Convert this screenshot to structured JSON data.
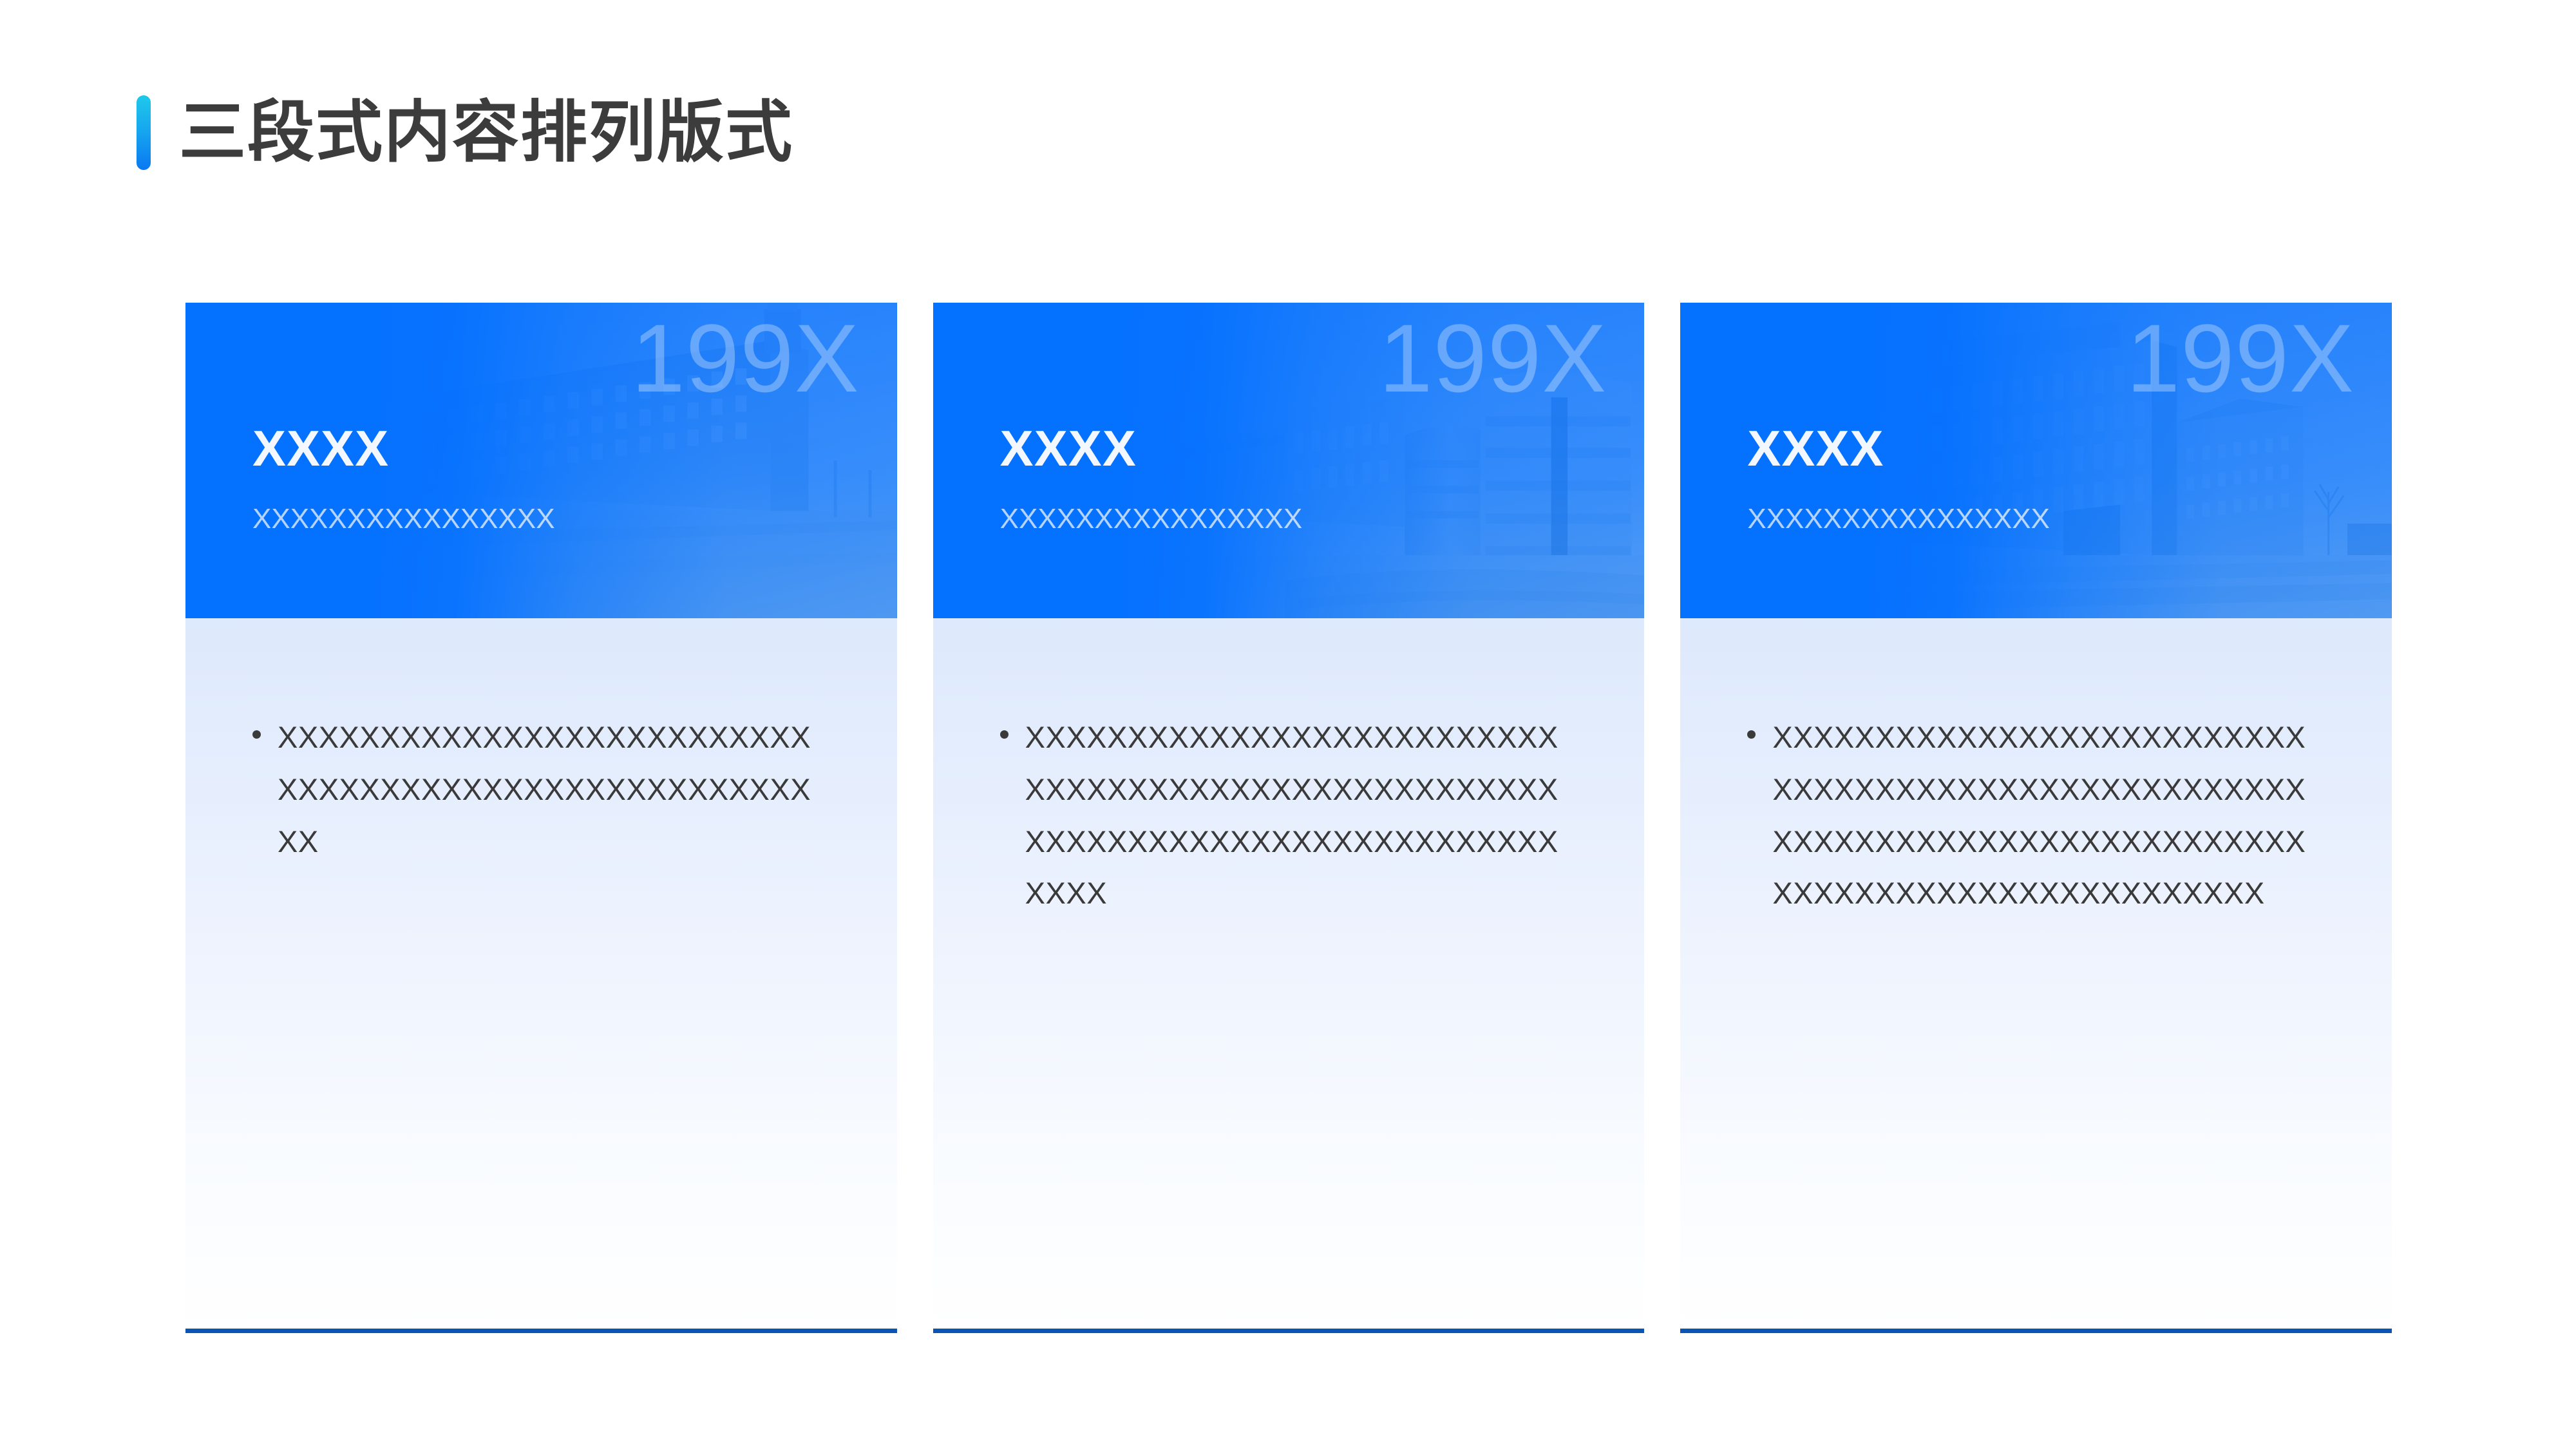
{
  "slide": {
    "title": "三段式内容排列版式",
    "accent_top_color": "#1FC9EA",
    "accent_bottom_color": "#0A78F2",
    "title_color": "#3C3C3C",
    "background_color": "#FFFFFF"
  },
  "theme": {
    "header_blue": "#0570FF",
    "body_gradient_top": "#CFE0FA",
    "body_gradient_bottom": "#FFFFFF",
    "bottom_rule_color": "#0A55B2",
    "bullet_text_color": "#3A3A3A",
    "card_title_color": "#F3F7FF",
    "card_subtitle_color": "rgba(255,255,255,0.70)",
    "year_color": "rgba(255,255,255,0.30)"
  },
  "cards": [
    {
      "year": "199X",
      "title": "XXXX",
      "subtitle": "XXXXXXXXXXXXXXXX",
      "bullet": "XXXXXXXXXXXXXXXXXXXXXXXXXXXXXXXXXXXXXXXXXXXXXXXXXXXXXX",
      "photo_name": "factory-building-photo"
    },
    {
      "year": "199X",
      "title": "XXXX",
      "subtitle": "XXXXXXXXXXXXXXXX",
      "bullet": "XXXXXXXXXXXXXXXXXXXXXXXXXXXXXXXXXXXXXXXXXXXXXXXXXXXXXXXXXXXXXXXXXXXXXXXXXXXXXXXXXX",
      "photo_name": "curved-facade-building-photo"
    },
    {
      "year": "199X",
      "title": "XXXX",
      "subtitle": "XXXXXXXXXXXXXXXX",
      "bullet": "XXXXXXXXXXXXXXXXXXXXXXXXXXXXXXXXXXXXXXXXXXXXXXXXXXXXXXXXXXXXXXXXXXXXXXXXXXXXXXXXXXXXXXXXXXXXXXXXXXXXXX",
      "photo_name": "modern-office-building-photo"
    }
  ]
}
